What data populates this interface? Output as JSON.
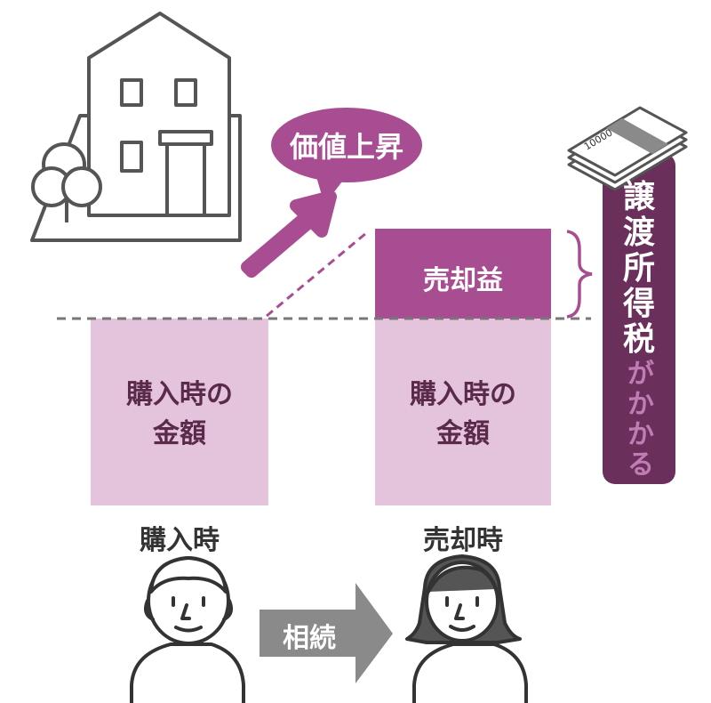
{
  "bubble": {
    "text": "価値上昇"
  },
  "gain_box": {
    "text": "売却益"
  },
  "purchase_box": {
    "line1": "購入時の",
    "line2": "金額"
  },
  "sale_box": {
    "line1": "購入時の",
    "line2": "金額"
  },
  "captions": {
    "purchase": "購入時",
    "sale": "売却時"
  },
  "inherit_arrow": {
    "text": "相続"
  },
  "tax_panel": {
    "main": "譲渡所得税",
    "sub": "がかかる"
  },
  "banknote": {
    "denomination": "10000"
  },
  "colors": {
    "accent": "#a94d92",
    "accent_dark": "#6a2f5a",
    "box_light": "#e4c3dc",
    "sub_text": "#c07db4",
    "gray_arrow": "#8a8a8a",
    "outline": "#555555"
  }
}
